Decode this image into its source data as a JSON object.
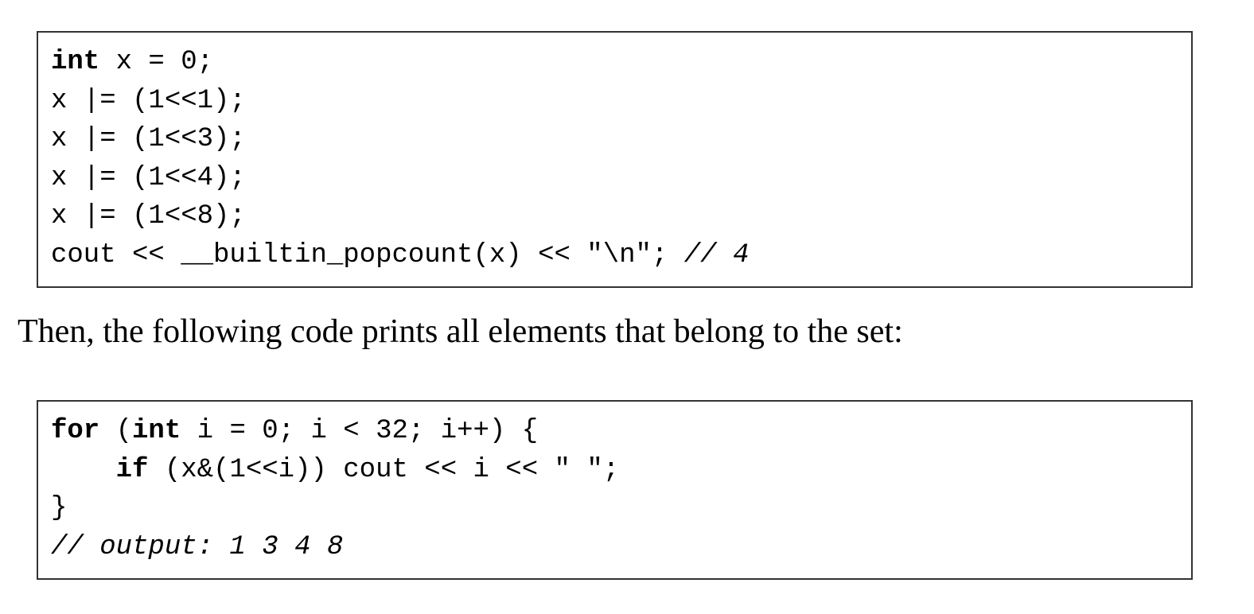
{
  "code_block_1": {
    "line1": {
      "kw": "int",
      "rest": " x = 0;"
    },
    "line2": "x |= (1<<1);",
    "line3": "x |= (1<<3);",
    "line4": "x |= (1<<4);",
    "line5": "x |= (1<<8);",
    "line6": {
      "code": "cout << __builtin_popcount(x) << \"\\n\"; ",
      "comment": "// 4"
    }
  },
  "paragraph": {
    "text": "Then, the following code prints all elements that belong to the set:"
  },
  "code_block_2": {
    "line1": {
      "kw1": "for",
      "mid1": " (",
      "kw2": "int",
      "rest": " i = 0; i < 32; i++) {"
    },
    "line2": {
      "indent": "    ",
      "kw": "if",
      "rest": " (x&(1<<i)) cout << i << \" \";"
    },
    "line3": "}",
    "line4": {
      "comment": "// output: 1 3 4 8"
    }
  }
}
